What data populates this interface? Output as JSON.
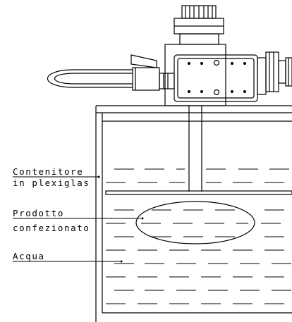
{
  "labels": {
    "container_line1": "Contenitore",
    "container_line2": "in plexiglas",
    "product_line1": "Prodotto",
    "product_line2": "confezionato",
    "water": "Acqua"
  }
}
